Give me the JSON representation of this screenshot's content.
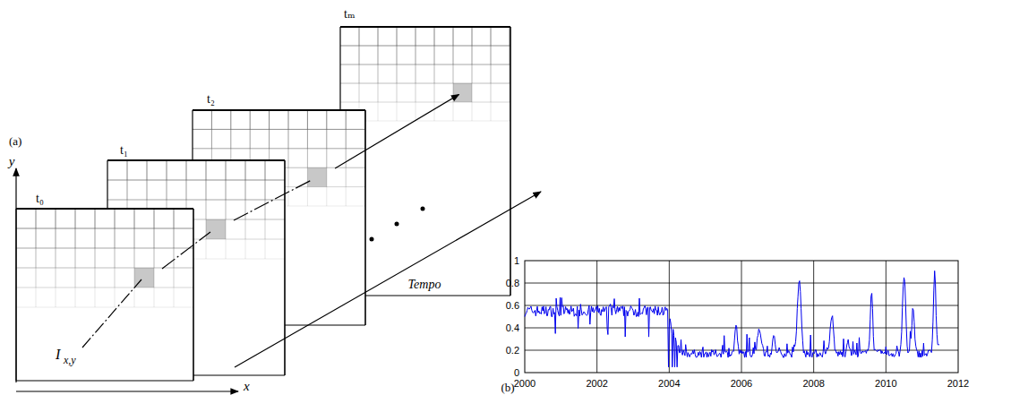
{
  "diagram": {
    "labels": [
      "(a)",
      "y",
      "x",
      "t₀",
      "t₁",
      "t₂",
      "tₘ",
      "I",
      "x,y",
      "Tempo",
      "(b)",
      "0",
      "0.2",
      "0.4",
      "0.6",
      "0.8",
      "1",
      "2000",
      "2002",
      "2004",
      "2006",
      "2008",
      "2010",
      "2012"
    ]
  }
}
